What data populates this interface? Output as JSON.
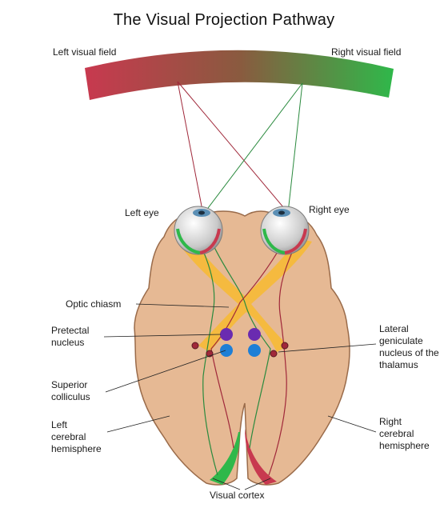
{
  "title": "The Visual Projection Pathway",
  "colors": {
    "left_field": "#c8394f",
    "right_field": "#2fb84a",
    "brain": "#e6b994",
    "brain_outline": "#9a6b4a",
    "optic_pathway": "#f6b93a",
    "pretectal": "#6a2bb0",
    "colliculus": "#1e7fd6",
    "left_fibers": "#a0283a",
    "right_fibers": "#2a8a3e"
  },
  "labels": {
    "left_visual_field": "Left visual field",
    "right_visual_field": "Right visual field",
    "left_eye": "Left eye",
    "right_eye": "Right eye",
    "optic_chiasm": "Optic chiasm",
    "pretectal_nucleus": "Pretectal\nnucleus",
    "superior_colliculus": "Superior\ncolliculus",
    "left_hemisphere": "Left\ncerebral\nhemisphere",
    "lgn": "Lateral\ngeniculate\nnucleus of the\nthalamus",
    "right_hemisphere": "Right\ncerebral\nhemisphere",
    "visual_cortex": "Visual cortex"
  }
}
